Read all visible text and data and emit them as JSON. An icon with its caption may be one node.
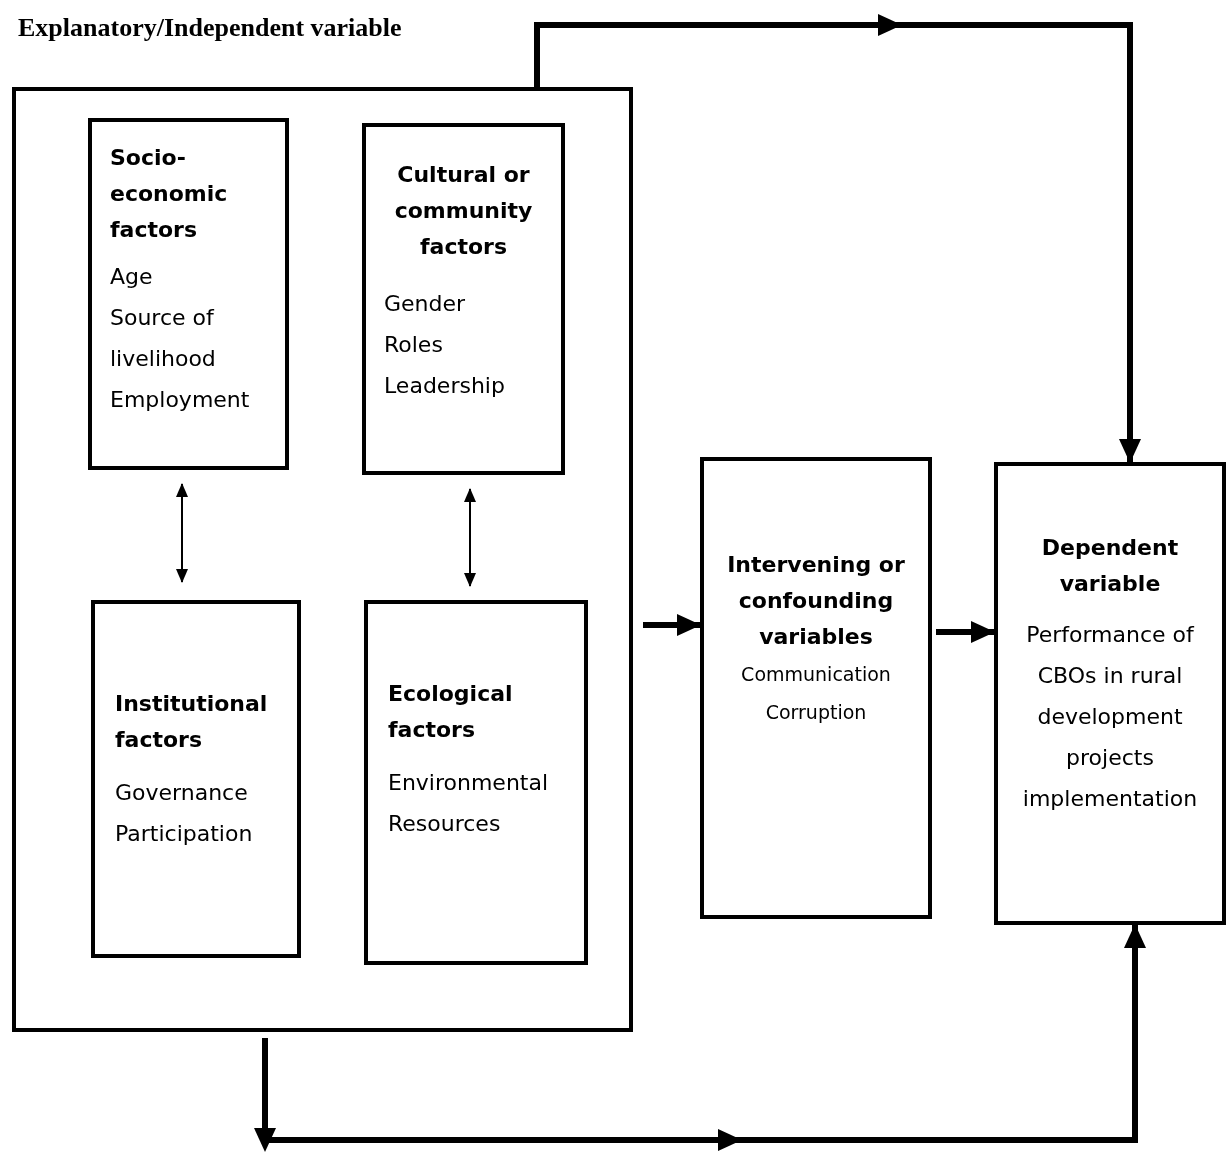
{
  "diagram": {
    "nodes": [
      {
        "text": [
          "Explanatory/Independent variable"
        ]
      },
      {
        "text": [
          "Socio-economic factors",
          "Age",
          "Source of livelihood",
          "Employment"
        ],
        "in": 0
      },
      {
        "text": [
          "Cultural or community factors",
          "Gender",
          "Roles",
          "Leadership"
        ],
        "in": 0
      },
      {
        "text": [
          "Institutional factors",
          "Governance",
          "Participation"
        ],
        "in": 0
      },
      {
        "text": [
          "Ecological factors",
          "Environmental",
          "Resources"
        ],
        "in": 0
      },
      {
        "text": [
          "Intervening or confounding variables",
          "Communication",
          "Corruption"
        ]
      },
      {
        "text": [
          "Dependent variable",
          "Performance of CBOs in rural development projects implementation"
        ]
      }
    ],
    "edges": [
      {
        "from": 1,
        "to": 3,
        "arrow": "both"
      },
      {
        "from": 2,
        "to": 4,
        "arrow": "both"
      },
      {
        "from": 0,
        "to": 5,
        "arrow": "to"
      },
      {
        "from": 5,
        "to": 6,
        "arrow": "to"
      },
      {
        "from": 0,
        "to": 6,
        "arrow": "to"
      },
      {
        "from": 0,
        "to": 6,
        "arrow": "to"
      }
    ]
  }
}
